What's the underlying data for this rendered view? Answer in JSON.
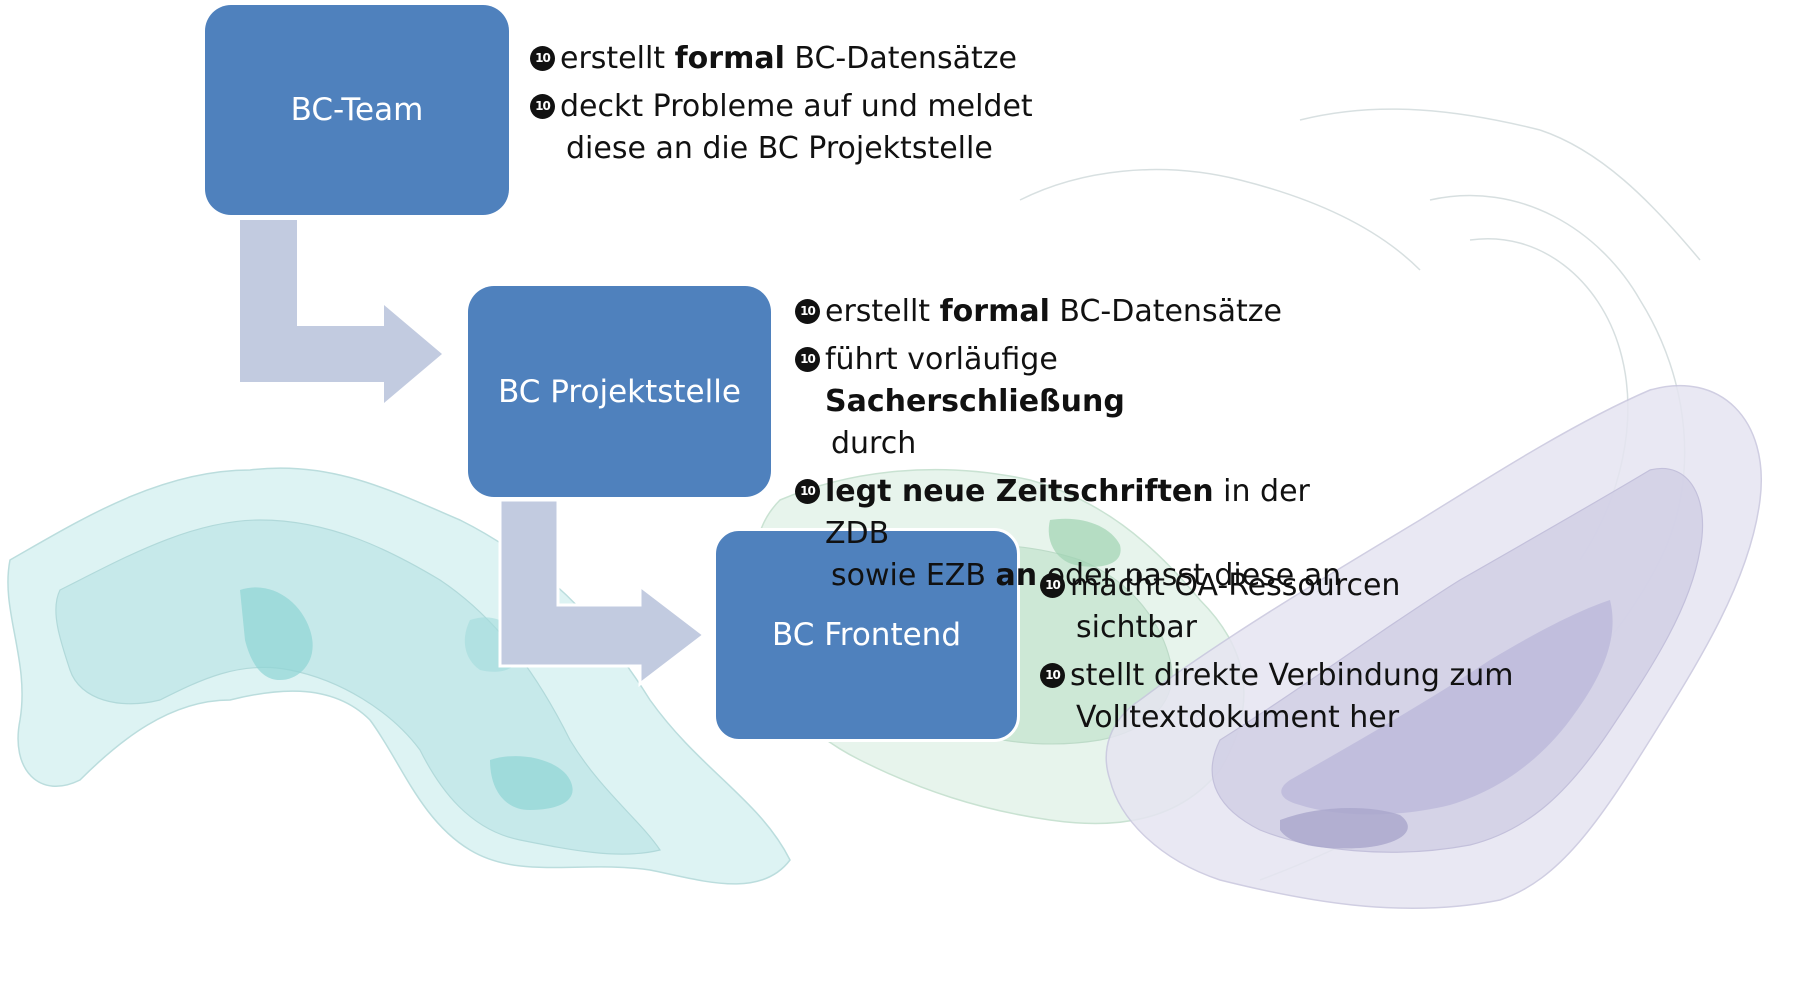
{
  "boxes": {
    "team": "BC-Team",
    "projektstelle": "BC Projektstelle",
    "frontend": "BC Frontend"
  },
  "bullet_glyph": "10",
  "team_notes": {
    "n1_a": "erstellt ",
    "n1_b": "formal",
    "n1_c": " BC-Datensätze",
    "n2_l1": "deckt Probleme auf und meldet",
    "n2_l2": "diese an die BC Projektstelle"
  },
  "projekt_notes": {
    "n1_a": "erstellt ",
    "n1_b": "formal",
    "n1_c": " BC-Datensätze",
    "n2_a": "führt vorläufige ",
    "n2_b": "Sacherschließung",
    "n2_l2": "durch",
    "n3_a": "legt neue Zeitschriften",
    "n3_b": " in der ZDB",
    "n3_l2a": "sowie EZB ",
    "n3_l2b": "an",
    "n3_l2c": " oder passt diese an"
  },
  "frontend_notes": {
    "n1_l1": "macht OA-Ressourcen",
    "n1_l2": "sichtbar",
    "n2_l1": "stellt direkte Verbindung zum",
    "n2_l2": "Volltextdokument her"
  },
  "colors": {
    "box_fill": "#4f81bd",
    "arrow_fill": "#c2cbe0",
    "map_teal": "#8fd4d4",
    "map_green": "#a8d8b8",
    "map_purple": "#a9a6cc"
  }
}
